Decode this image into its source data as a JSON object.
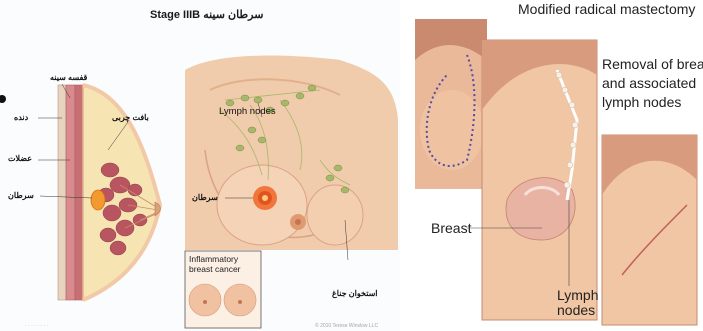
{
  "left_figure": {
    "title_farsi": "سرطان سینه",
    "title_stage": "Stage IIIB",
    "cross_section_labels": {
      "chest_wall": "قفسه سینه",
      "ribs": "دنده",
      "muscles": "عضلات",
      "fatty_tissue": "بافت چربی",
      "cancer": "سرطان"
    },
    "body_labels": {
      "lymph_nodes": "Lymph nodes",
      "cancer": "سرطان",
      "collarbone": "استخوان جناغ"
    },
    "inset_caption": [
      "Inflammatory",
      "breast cancer"
    ],
    "credit": "© 2010 Terese Winslow LLC",
    "left_credit": "· · · · · · · ·"
  },
  "right_figure": {
    "title": "Modified radical mastectomy",
    "removal_caption": [
      "Removal of breast",
      "and associated",
      "lymph nodes"
    ],
    "breast_label": "Breast",
    "lymph_label": [
      "Lymph",
      "nodes"
    ]
  },
  "colors": {
    "skin": "#f2c9a6",
    "skin_shadow": "#dba283",
    "tumor": "#e2541e",
    "node": "#a8b86a",
    "fat": "#f6e08c",
    "muscle": "#c86f73"
  }
}
